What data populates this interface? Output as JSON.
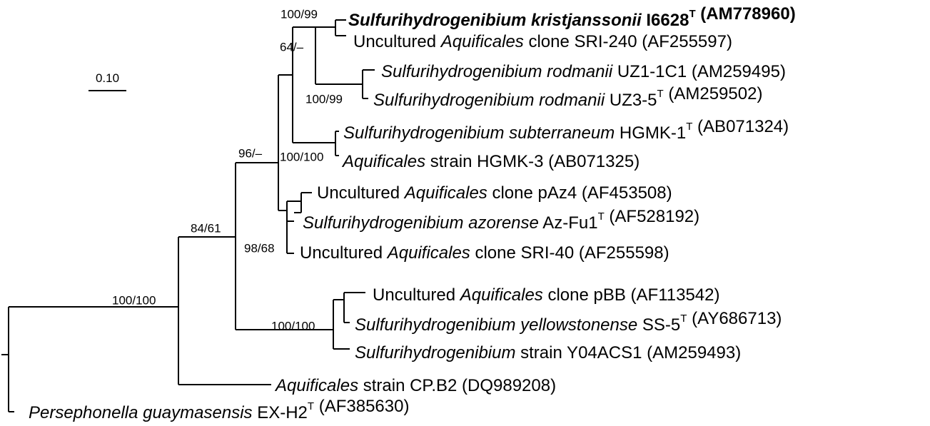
{
  "scale_bar": {
    "label": "0.10"
  },
  "taxa": [
    {
      "id": "kristjanssonii",
      "parts": [
        [
          "Sulfurihydrogenibium kristjanssonii",
          "i"
        ],
        [
          " I6628",
          ""
        ],
        [
          "T",
          "sup"
        ],
        [
          " (AM778960)",
          ""
        ]
      ],
      "bold": true
    },
    {
      "id": "sri240",
      "parts": [
        [
          "Uncultured ",
          ""
        ],
        [
          "Aquificales",
          "i"
        ],
        [
          " clone SRI-240 (AF255597)",
          ""
        ]
      ]
    },
    {
      "id": "rodmanii-uz1",
      "parts": [
        [
          "Sulfurihydrogenibium rodmanii",
          "i"
        ],
        [
          " UZ1-1C1 (AM259495)",
          ""
        ]
      ]
    },
    {
      "id": "rodmanii-uz3",
      "parts": [
        [
          "Sulfurihydrogenibium rodmanii",
          "i"
        ],
        [
          " UZ3-5",
          ""
        ],
        [
          "T",
          "sup"
        ],
        [
          " (AM259502)",
          ""
        ]
      ]
    },
    {
      "id": "subterraneum",
      "parts": [
        [
          "Sulfurihydrogenibium subterraneum",
          "i"
        ],
        [
          " HGMK-1",
          ""
        ],
        [
          "T",
          "sup"
        ],
        [
          " (AB071324)",
          ""
        ]
      ]
    },
    {
      "id": "hgmk3",
      "parts": [
        [
          "Aquificales",
          "i"
        ],
        [
          " strain HGMK-3 (AB071325)",
          ""
        ]
      ]
    },
    {
      "id": "paz4",
      "parts": [
        [
          "Uncultured ",
          ""
        ],
        [
          "Aquificales",
          "i"
        ],
        [
          " clone pAz4 (AF453508)",
          ""
        ]
      ]
    },
    {
      "id": "azorense",
      "parts": [
        [
          "Sulfurihydrogenibium azorense",
          "i"
        ],
        [
          " Az-Fu1",
          ""
        ],
        [
          "T",
          "sup"
        ],
        [
          " (AF528192)",
          ""
        ]
      ]
    },
    {
      "id": "sri40",
      "parts": [
        [
          "Uncultured ",
          ""
        ],
        [
          "Aquificales",
          "i"
        ],
        [
          " clone SRI-40 (AF255598)",
          ""
        ]
      ]
    },
    {
      "id": "pbb",
      "parts": [
        [
          "Uncultured ",
          ""
        ],
        [
          "Aquificales",
          "i"
        ],
        [
          " clone pBB (AF113542)",
          ""
        ]
      ]
    },
    {
      "id": "yellowstonense",
      "parts": [
        [
          "Sulfurihydrogenibium yellowstonense",
          "i"
        ],
        [
          " SS-5",
          ""
        ],
        [
          "T",
          "sup"
        ],
        [
          " (AY686713)",
          ""
        ]
      ]
    },
    {
      "id": "y04acs1",
      "parts": [
        [
          "Sulfurihydrogenibium",
          "i"
        ],
        [
          " strain Y04ACS1 (AM259493)",
          ""
        ]
      ]
    },
    {
      "id": "cpb2",
      "parts": [
        [
          "Aquificales",
          "i"
        ],
        [
          " strain CP.B2 (DQ989208)",
          ""
        ]
      ]
    },
    {
      "id": "persephonella",
      "parts": [
        [
          "Persephonella guaymasensis",
          "i"
        ],
        [
          " EX-H2",
          ""
        ],
        [
          "T",
          "sup"
        ],
        [
          " (AF385630)",
          ""
        ]
      ]
    }
  ],
  "support_values": [
    {
      "id": "n-kristj",
      "label": "100/99"
    },
    {
      "id": "n-core",
      "label": "64/–"
    },
    {
      "id": "n-rodmanii",
      "label": "100/99"
    },
    {
      "id": "n-big",
      "label": "96/–"
    },
    {
      "id": "n-subt",
      "label": "100/100"
    },
    {
      "id": "n-azor",
      "label": "98/68"
    },
    {
      "id": "n-84",
      "label": "84/61"
    },
    {
      "id": "n-root2",
      "label": "100/100"
    },
    {
      "id": "n-yell",
      "label": "100/100"
    }
  ]
}
